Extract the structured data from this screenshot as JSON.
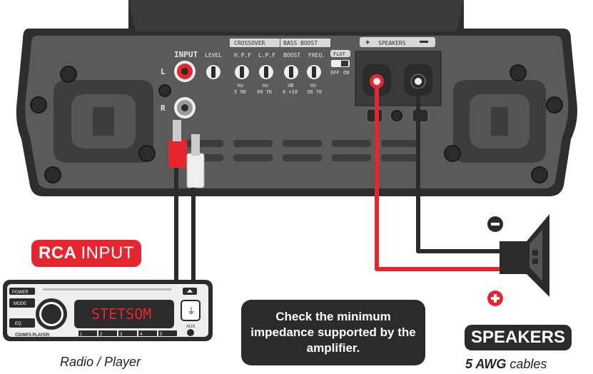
{
  "amplifier": {
    "input_label": "INPUT",
    "channel_l": "L",
    "channel_r": "R",
    "level_label": "LEVEL",
    "crossover_label": "CROSSOVER",
    "bass_boost_label": "BASS BOOST",
    "hpf_label": "H.P.F",
    "lpf_label": "L.P.F",
    "boost_label": "BOOST",
    "freq_label": "FREQ.",
    "flat_label": "FLAT",
    "off_label": "OFF",
    "on_label": "ON",
    "hpf_unit": "Hz",
    "hpf_range": "5   90",
    "lpf_unit": "Hz",
    "lpf_range": "90  7K",
    "boost_unit": "dB",
    "boost_range": "0  +10",
    "freq_unit": "Hz",
    "freq_range": "30  70",
    "speakers_label": "SPEAKERS"
  },
  "radio": {
    "power_label": "POWER",
    "mode_label": "MODE",
    "eq_label": "EQ",
    "model_label": "CD/MP3 PLAYER",
    "display_text": "STETSOM",
    "aux_label": "AUX",
    "presets": [
      "1",
      "2",
      "3",
      "4",
      "5"
    ]
  },
  "rca_input": {
    "bold": "RCA",
    "light": "INPUT"
  },
  "speakers_title": "SPEAKERS",
  "note": "Check the minimum impedance supported by the amplifier.",
  "radio_caption": "Radio / Player",
  "cable_caption": {
    "bold": "5 AWG",
    "rest": "cables"
  },
  "colors": {
    "red": "#e5262e",
    "dark": "#2b2b2b",
    "amp_body": "#595959"
  }
}
